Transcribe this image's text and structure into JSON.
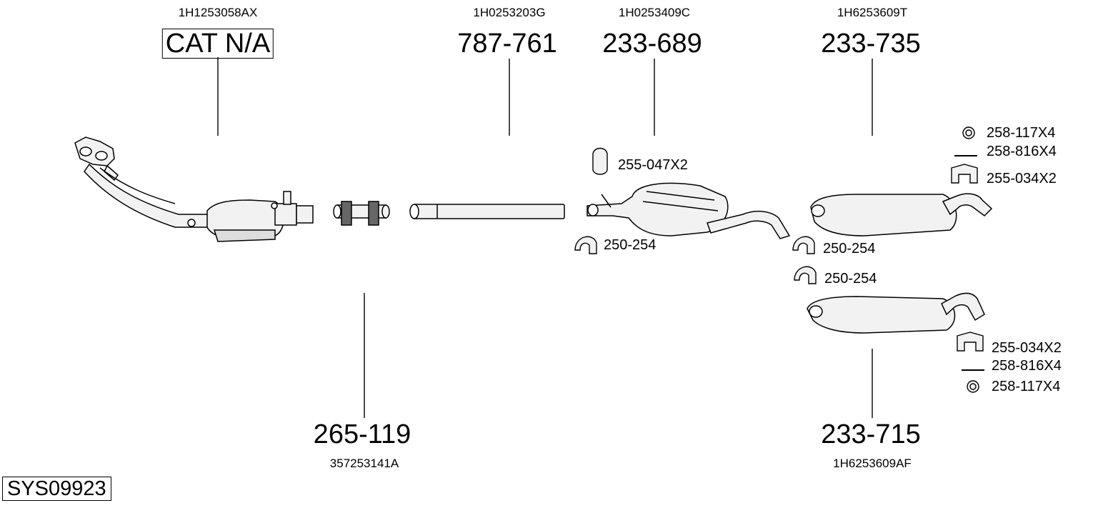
{
  "system_code": "SYS09923",
  "parts": [
    {
      "id": "cat",
      "part_no": "CAT N/A",
      "oem": "1H1253058AX",
      "boxed": true
    },
    {
      "id": "pipe",
      "part_no": "787-761",
      "oem": "1H0253203G"
    },
    {
      "id": "mid-silencer",
      "part_no": "233-689",
      "oem": "1H0253409C"
    },
    {
      "id": "rear-silencer-a",
      "part_no": "233-735",
      "oem": "1H6253609T"
    },
    {
      "id": "connector",
      "part_no": "265-119",
      "oem": "357253141A"
    },
    {
      "id": "rear-silencer-b",
      "part_no": "233-715",
      "oem": "1H6253609AF"
    }
  ],
  "accessories": {
    "mid_hanger": "255-047X2",
    "clamp_mid": "250-254",
    "clamp_rear_a": "250-254",
    "clamp_rear_b": "250-254",
    "ring_a": "258-117X4",
    "bolt_a": "258-816X4",
    "hanger_a": "255-034X2",
    "hanger_b": "255-034X2",
    "bolt_b": "258-816X4",
    "ring_b": "258-117X4"
  }
}
